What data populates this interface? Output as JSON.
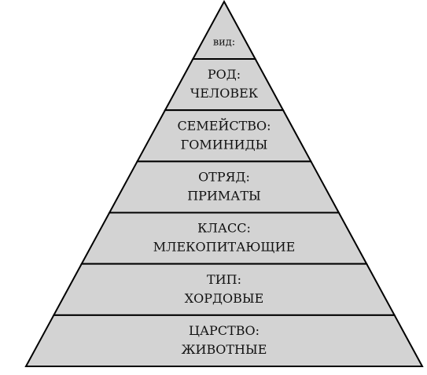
{
  "pyramid": {
    "colors": {
      "fill": "#d3d3d3",
      "stroke": "#000000",
      "background": "#ffffff"
    },
    "levels": [
      {
        "name": "species",
        "lines": [
          "вид:"
        ]
      },
      {
        "name": "genus",
        "lines": [
          "РОД:",
          "ЧЕЛОВЕК"
        ]
      },
      {
        "name": "family",
        "lines": [
          "СЕМЕЙСТВО:",
          "ГОМИНИДЫ"
        ]
      },
      {
        "name": "order",
        "lines": [
          "ОТРЯД:",
          "ПРИМАТЫ"
        ]
      },
      {
        "name": "class",
        "lines": [
          "КЛАСС:",
          "МЛЕКОПИТАЮЩИЕ"
        ]
      },
      {
        "name": "phylum",
        "lines": [
          "ТИП:",
          "ХОРДОВЫЕ"
        ]
      },
      {
        "name": "kingdom",
        "lines": [
          "ЦАРСТВО:",
          "ЖИВОТНЫЕ"
        ]
      }
    ]
  }
}
